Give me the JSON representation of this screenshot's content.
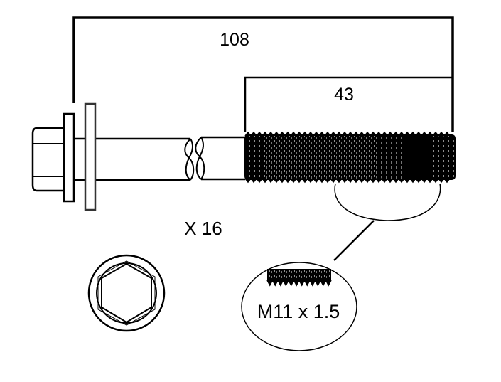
{
  "diagram": {
    "subject": "bolt",
    "dimensions": {
      "overall_length": "108",
      "thread_length": "43"
    },
    "quantity_label": "X 16",
    "thread_spec": "M11 x 1.5",
    "colors": {
      "line": "#000000",
      "background": "#ffffff",
      "washer_outline": "#333333"
    }
  }
}
